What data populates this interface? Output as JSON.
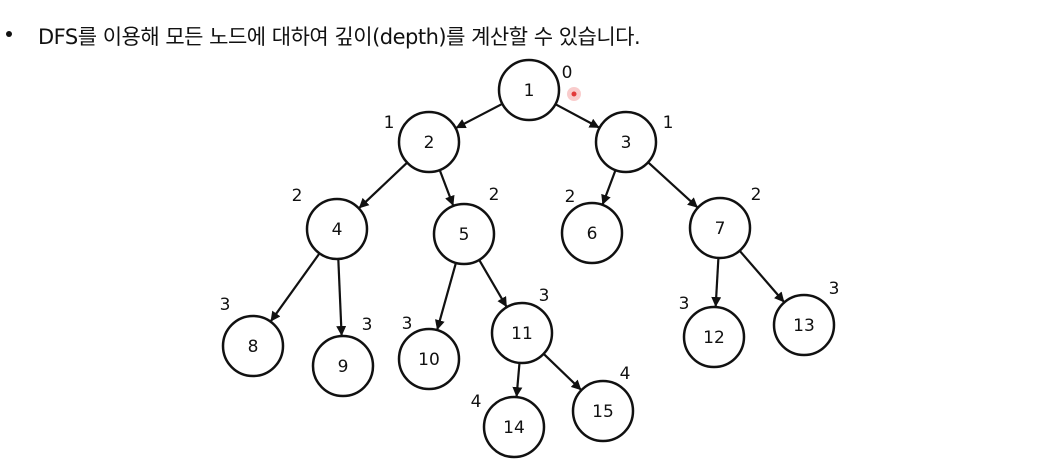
{
  "text": {
    "bullet": "DFS를 이용해 모든 노드에 대하여 깊이(depth)를 계산할 수 있습니다."
  },
  "tree": {
    "nodes": [
      {
        "id": "1",
        "label": "1",
        "depth": "0"
      },
      {
        "id": "2",
        "label": "2",
        "depth": "1"
      },
      {
        "id": "3",
        "label": "3",
        "depth": "1"
      },
      {
        "id": "4",
        "label": "4",
        "depth": "2"
      },
      {
        "id": "5",
        "label": "5",
        "depth": "2"
      },
      {
        "id": "6",
        "label": "6",
        "depth": "2"
      },
      {
        "id": "7",
        "label": "7",
        "depth": "2"
      },
      {
        "id": "8",
        "label": "8",
        "depth": "3"
      },
      {
        "id": "9",
        "label": "9",
        "depth": "3"
      },
      {
        "id": "10",
        "label": "10",
        "depth": "3"
      },
      {
        "id": "11",
        "label": "11",
        "depth": "3"
      },
      {
        "id": "12",
        "label": "12",
        "depth": "3"
      },
      {
        "id": "13",
        "label": "13",
        "depth": "3"
      },
      {
        "id": "14",
        "label": "14",
        "depth": "4"
      },
      {
        "id": "15",
        "label": "15",
        "depth": "4"
      }
    ],
    "edges": [
      [
        "1",
        "2"
      ],
      [
        "1",
        "3"
      ],
      [
        "2",
        "4"
      ],
      [
        "2",
        "5"
      ],
      [
        "3",
        "6"
      ],
      [
        "3",
        "7"
      ],
      [
        "4",
        "8"
      ],
      [
        "4",
        "9"
      ],
      [
        "5",
        "10"
      ],
      [
        "5",
        "11"
      ],
      [
        "7",
        "12"
      ],
      [
        "7",
        "13"
      ],
      [
        "11",
        "14"
      ],
      [
        "11",
        "15"
      ]
    ]
  }
}
